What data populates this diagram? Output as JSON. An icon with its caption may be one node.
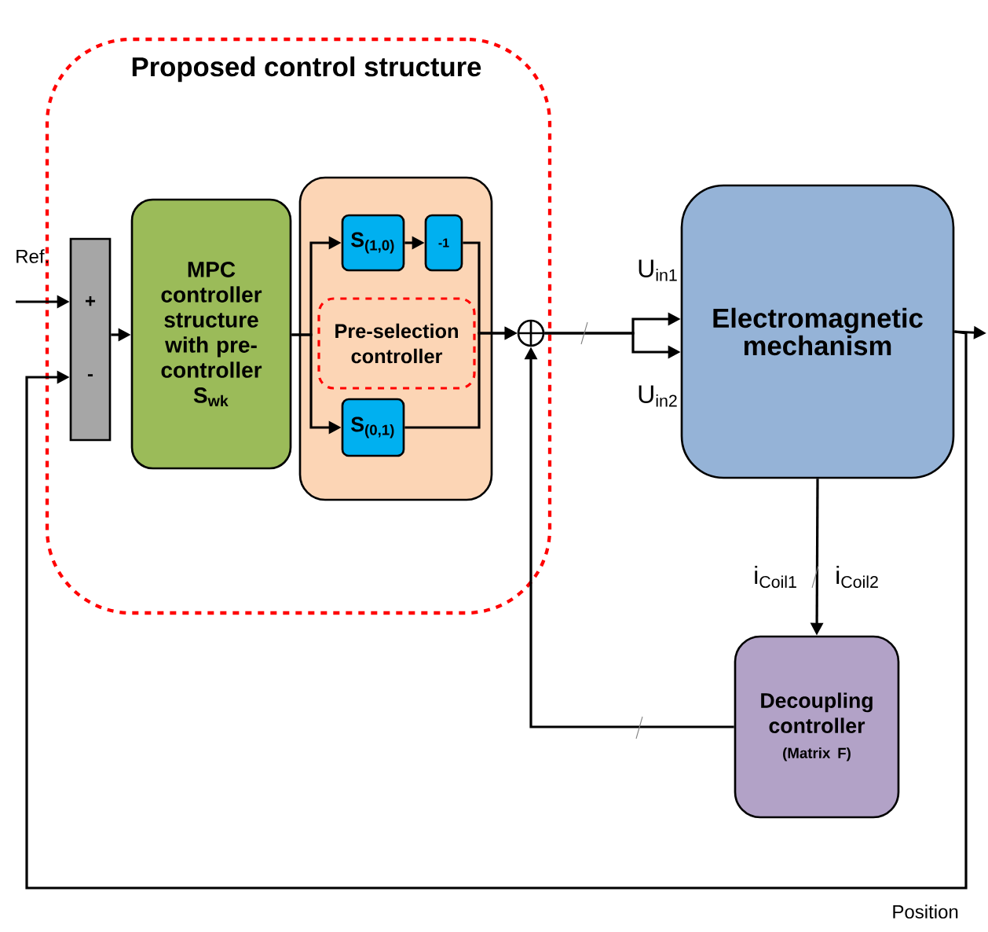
{
  "diagram": {
    "nodes": [
      {
        "text": [
          "Proposed control structure"
        ]
      },
      {
        "text": [
          "+",
          "-"
        ],
        "in": 0
      },
      {
        "text": [
          "MPC controller structure with pre-controller **S**$_{wk}$"
        ],
        "in": 0
      },
      {
        "text": [],
        "shape": "box",
        "in": 0
      },
      {
        "text": [
          "S$_{(1,0)}$"
        ],
        "in": 3
      },
      {
        "text": [
          "-1"
        ],
        "in": 3
      },
      {
        "text": [
          "Pre-selection controller"
        ],
        "in": 3
      },
      {
        "text": [
          "S$_{(0,1)}$"
        ],
        "in": 3
      },
      {
        "text": [],
        "shape": "circle",
        "in": 0
      },
      {
        "text": [
          "Electromagnetic mechanism"
        ]
      },
      {
        "text": [
          "Decoupling controller",
          "(Matrix F)"
        ]
      }
    ],
    "edges": [
      {
        "from": null,
        "to": 1,
        "arrow": "to"
      },
      {
        "from": 1,
        "to": 2,
        "arrow": "to"
      },
      {
        "from": 2,
        "to": 4,
        "arrow": "to"
      },
      {
        "from": 2,
        "to": 7,
        "arrow": "to"
      },
      {
        "from": 4,
        "to": 5,
        "arrow": "to"
      },
      {
        "from": 5,
        "to": 8,
        "arrow": "to"
      },
      {
        "from": 7,
        "to": 8,
        "arrow": "to"
      },
      {
        "from": 8,
        "to": 9,
        "arrow": "to"
      },
      {
        "from": 8,
        "to": 9,
        "arrow": "to"
      },
      {
        "from": 9,
        "to": 10,
        "arrow": "to"
      },
      {
        "from": 10,
        "to": 8,
        "arrow": "to"
      },
      {
        "from": 9,
        "to": null,
        "arrow": "to"
      },
      {
        "from": 9,
        "to": 1,
        "arrow": "to"
      }
    ],
    "labels": [
      "Ref.",
      "U$_{in1}$",
      "U$_{in2}$",
      "i$_{Coil1}$",
      "i$_{Coil2}$",
      "Position"
    ]
  }
}
